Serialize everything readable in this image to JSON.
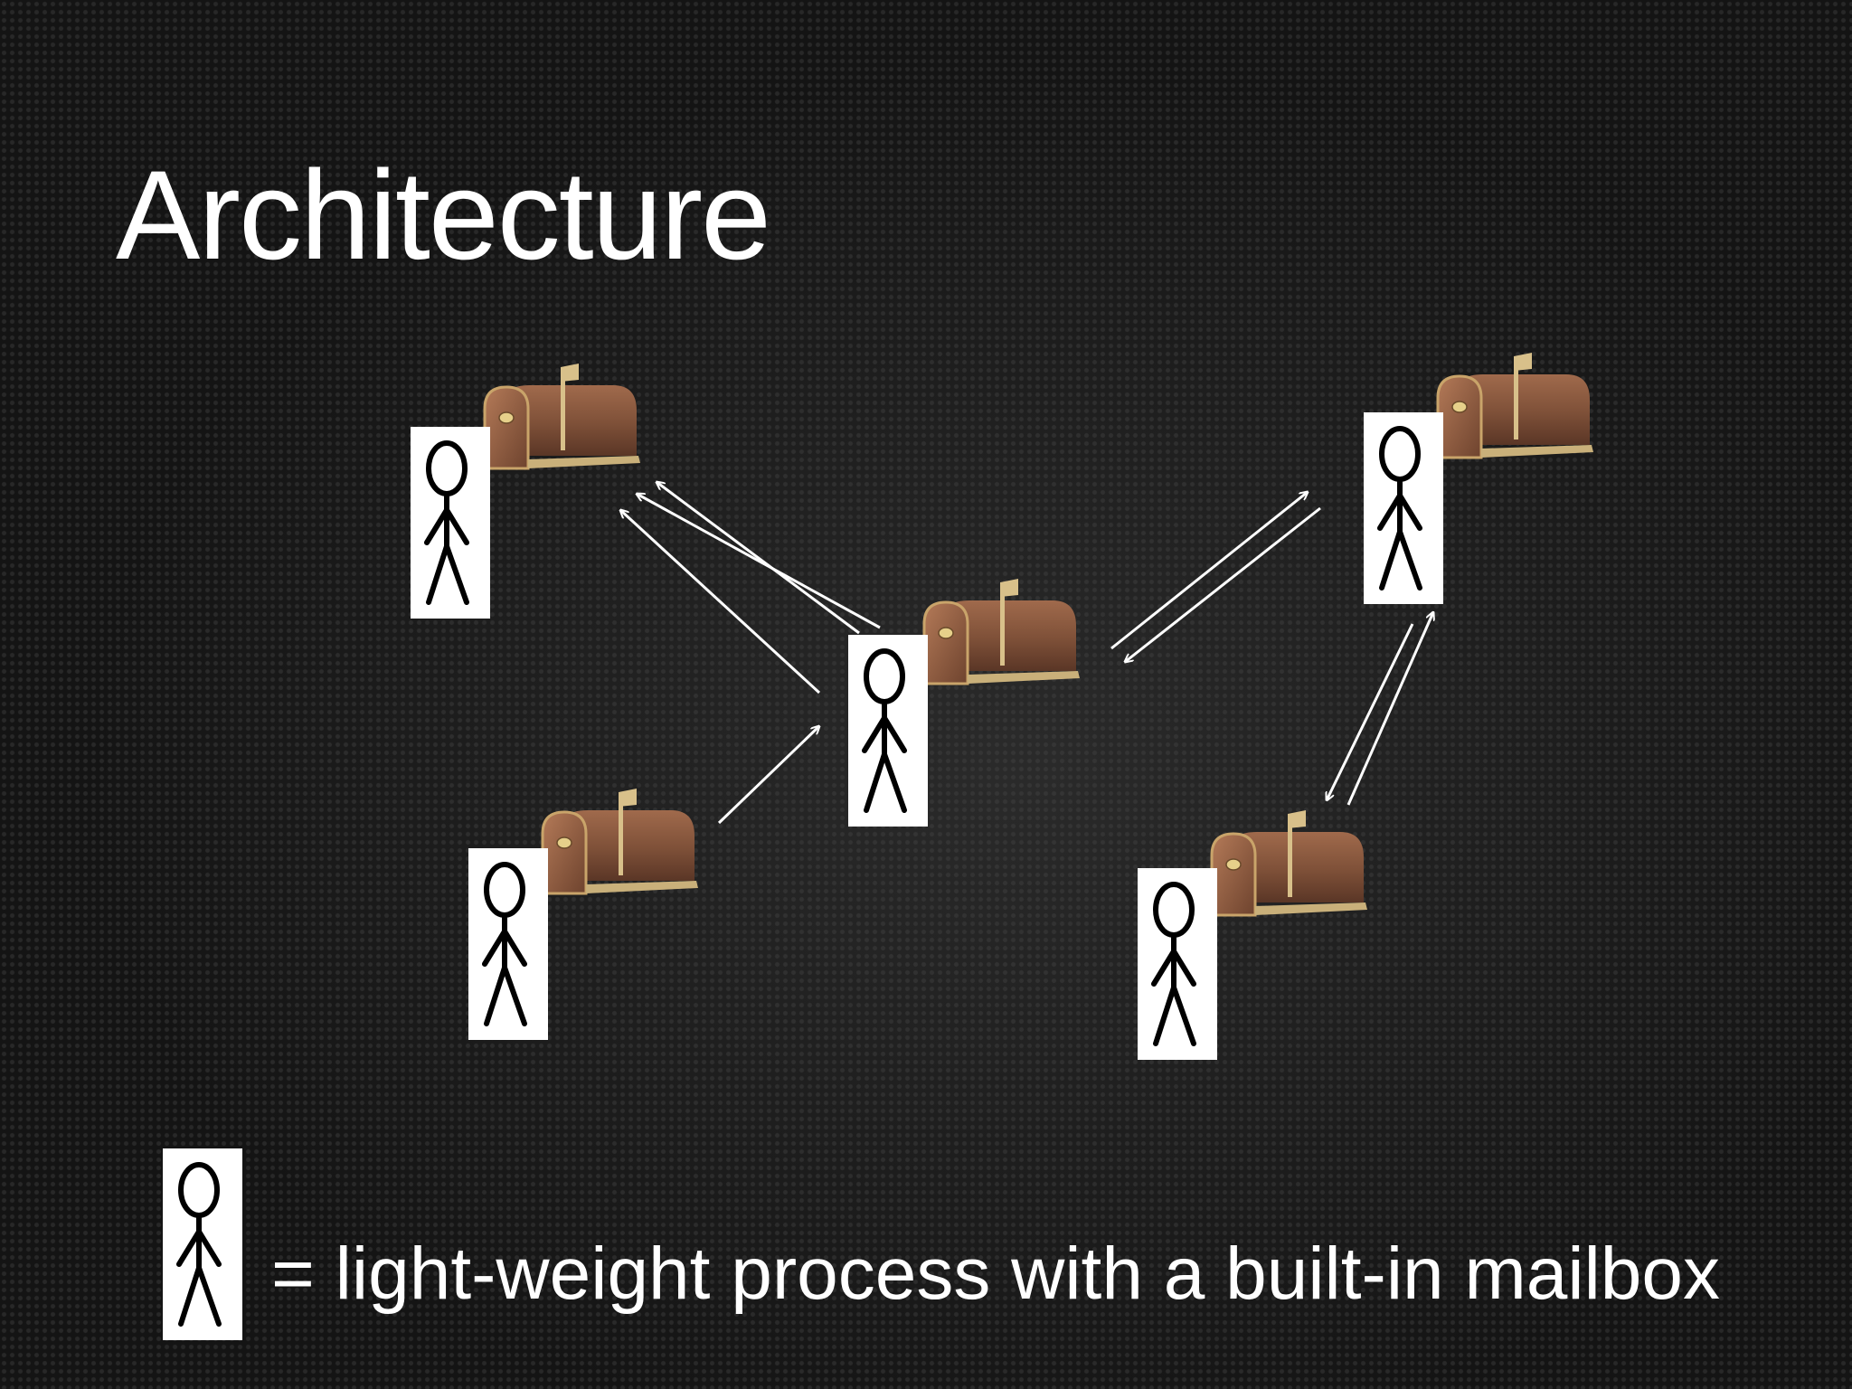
{
  "slide": {
    "title": "Architecture",
    "legend_text": "= light-weight process with a built-in mailbox"
  },
  "diagram": {
    "nodes": [
      "process-1",
      "process-2",
      "process-3",
      "process-4",
      "process-5"
    ],
    "messages": [
      {
        "from": "process-3",
        "to": "process-1"
      },
      {
        "from": "process-3",
        "to": "process-1"
      },
      {
        "from": "process-2",
        "to": "process-3"
      },
      {
        "from": "process-3",
        "to": "process-4"
      },
      {
        "from": "process-4",
        "to": "process-3"
      },
      {
        "from": "process-5",
        "to": "process-4"
      },
      {
        "from": "process-4",
        "to": "process-5"
      }
    ],
    "colors": {
      "background": "#141414",
      "text": "#ffffff",
      "card": "#ffffff",
      "stick_figure": "#000000",
      "mailbox": "#8a5a40",
      "arrow": "#ffffff"
    }
  }
}
